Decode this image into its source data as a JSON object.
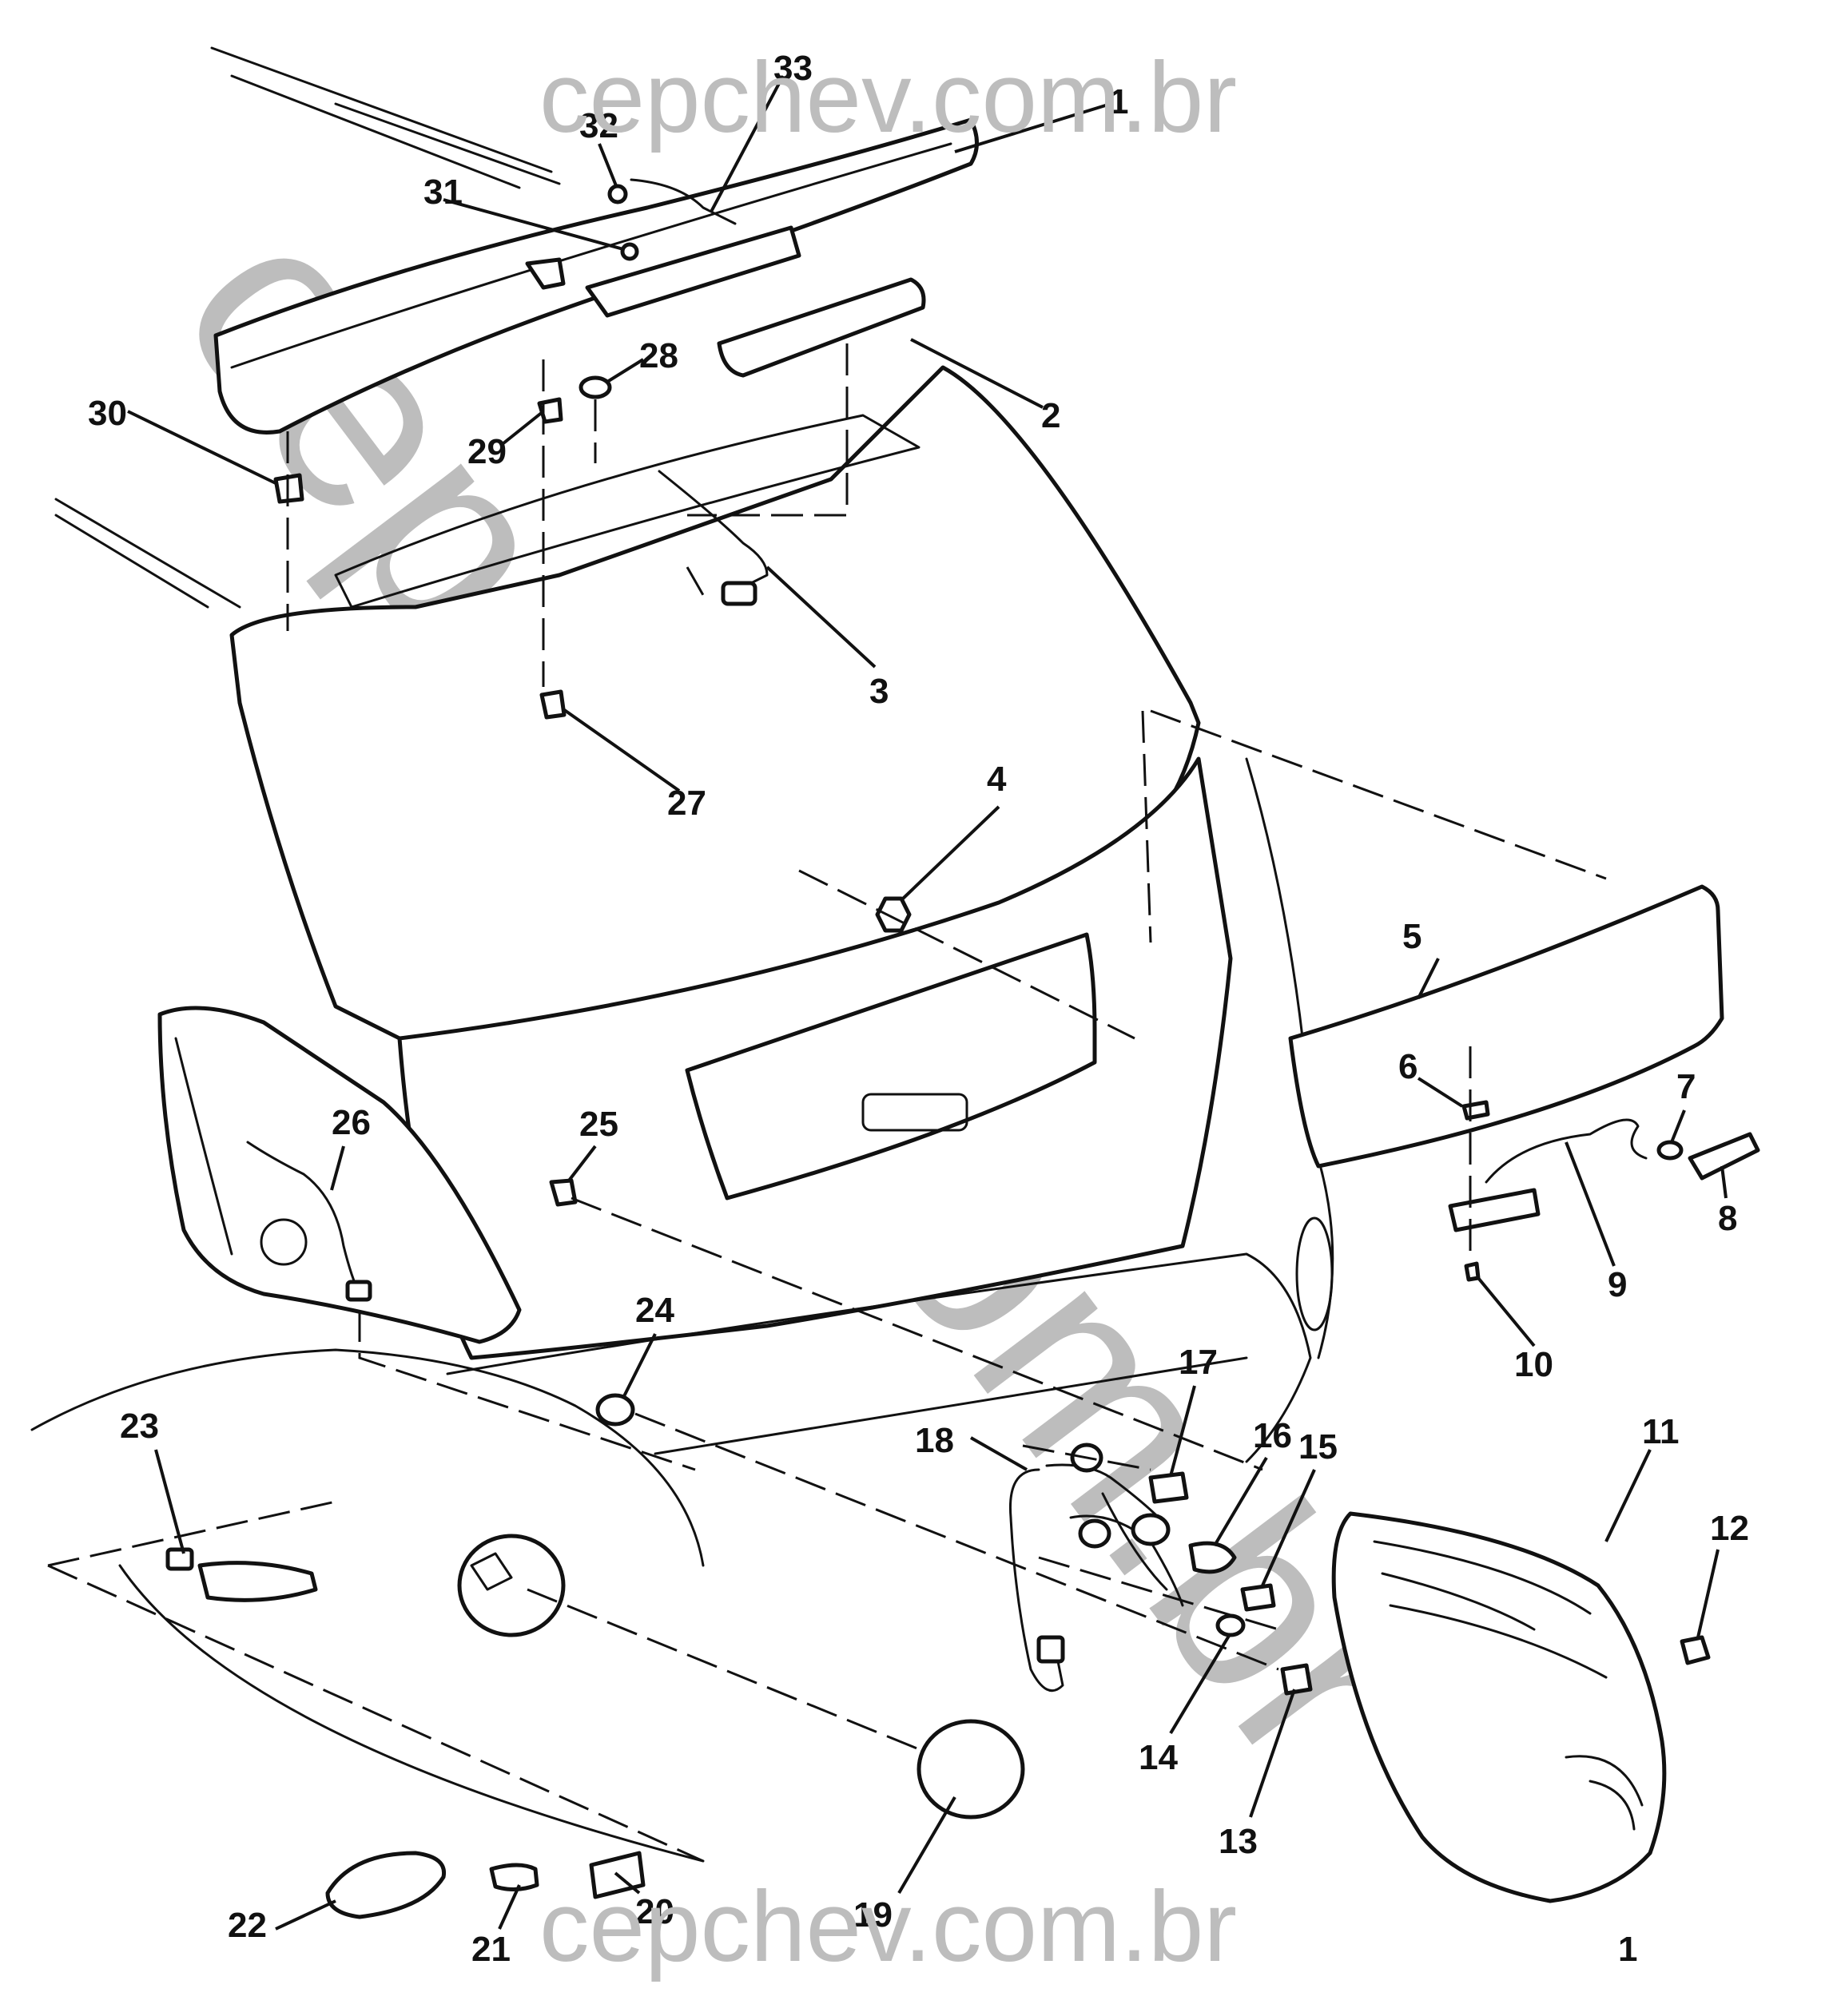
{
  "watermark": {
    "top_text": "cepchev.com.br",
    "bottom_text": "cepchev.com.br",
    "diagonal_text": "cepchev.com.br",
    "color": "#bdbdbd"
  },
  "figure_number": "1",
  "callouts": [
    "1",
    "2",
    "3",
    "4",
    "5",
    "6",
    "7",
    "8",
    "9",
    "10",
    "11",
    "12",
    "13",
    "14",
    "15",
    "16",
    "17",
    "18",
    "19",
    "20",
    "21",
    "22",
    "23",
    "24",
    "25",
    "26",
    "27",
    "28",
    "29",
    "30",
    "31",
    "32",
    "33"
  ]
}
